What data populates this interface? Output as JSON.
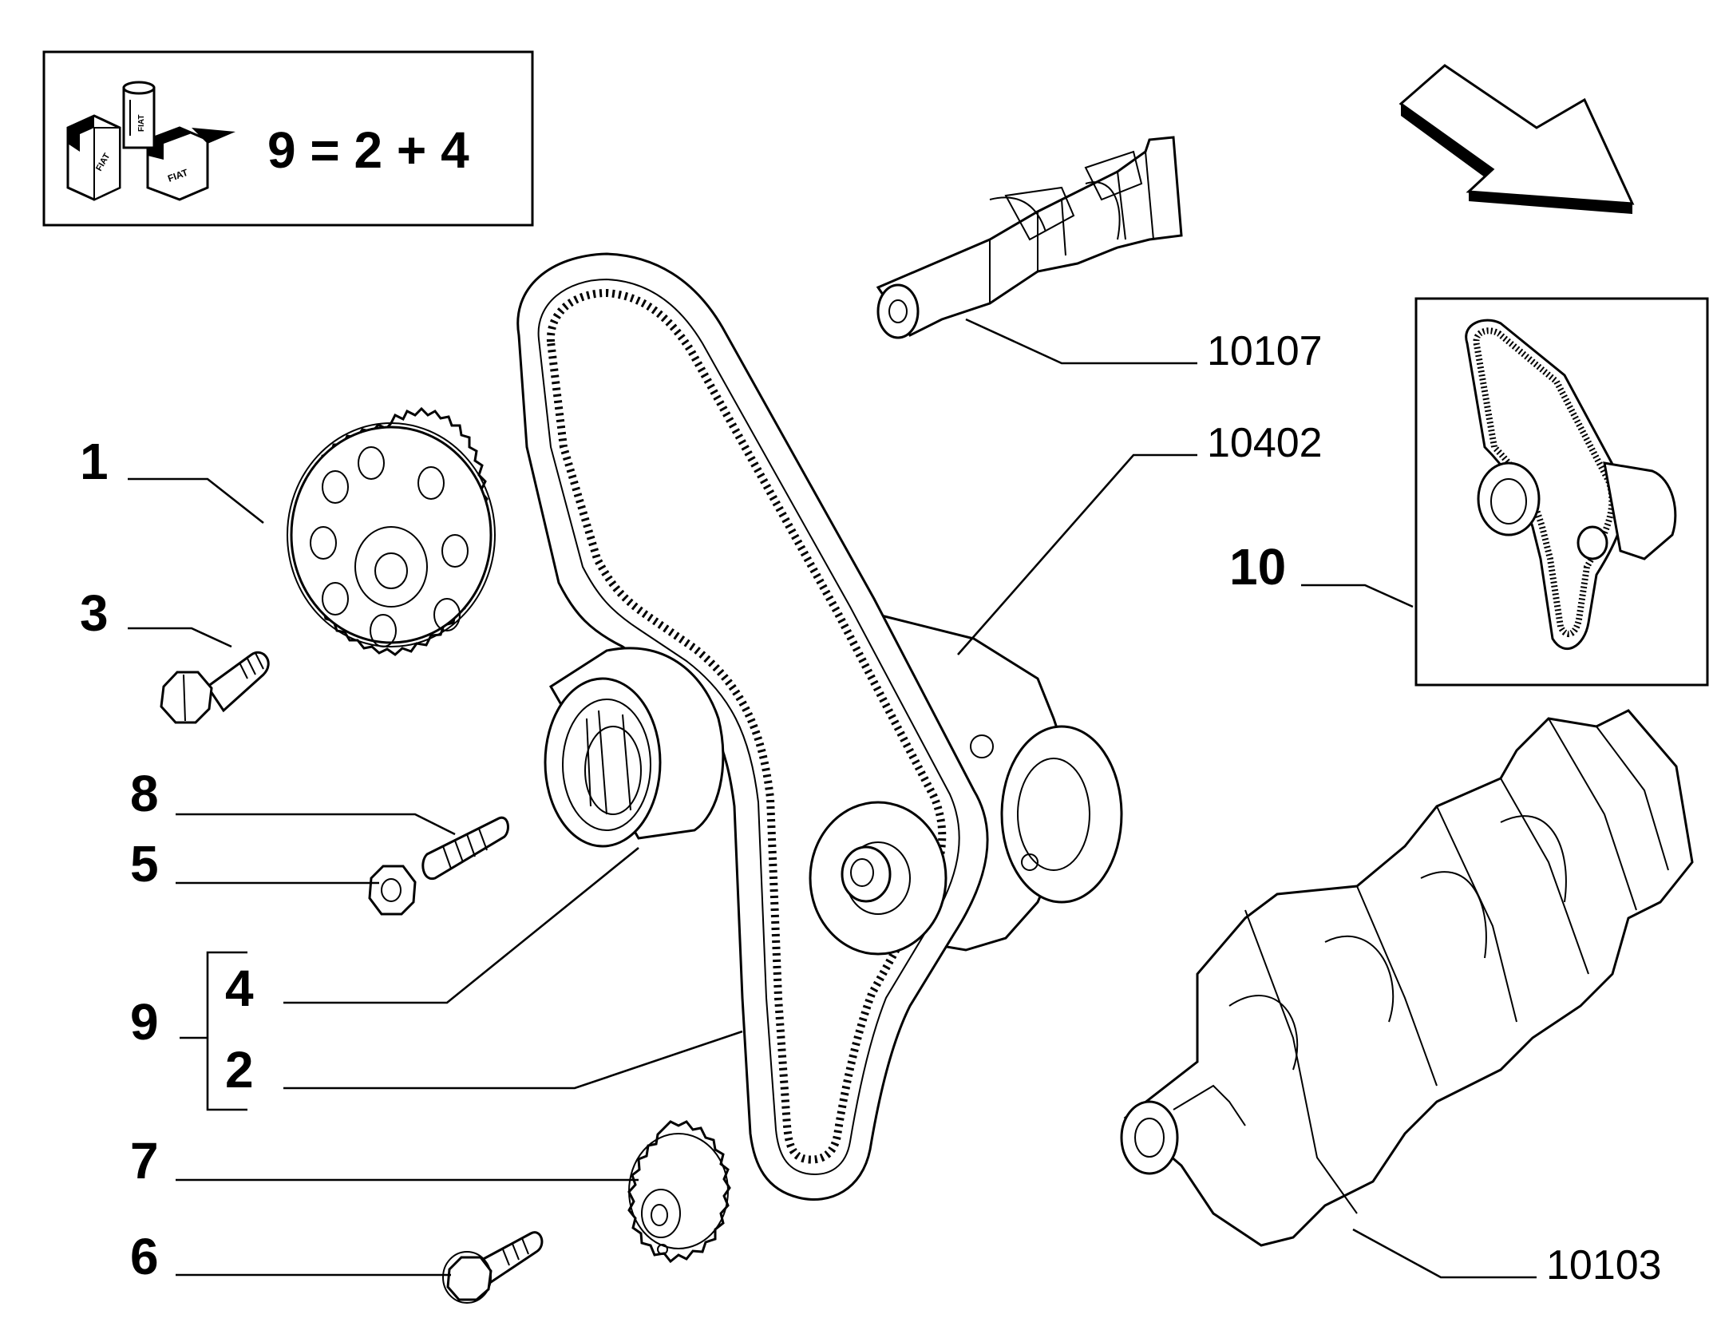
{
  "kit_box": {
    "formula": "9 = 2 + 4",
    "logo_texts": [
      "FIAT",
      "FIAT",
      "FIAT"
    ]
  },
  "callouts": {
    "c1": "1",
    "c3": "3",
    "c8": "8",
    "c5": "5",
    "c9": "9",
    "c4": "4",
    "c2": "2",
    "c7": "7",
    "c6": "6",
    "c10": "10",
    "r10107": "10107",
    "r10402": "10402",
    "r10103": "10103"
  },
  "colors": {
    "line": "#000000",
    "background": "#ffffff"
  },
  "icons": [
    "fiat-kit-logo-icon",
    "direction-arrow-icon"
  ]
}
